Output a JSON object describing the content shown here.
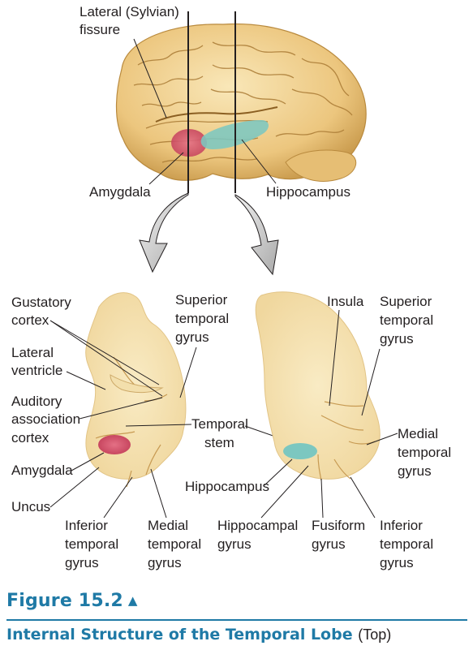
{
  "figure": {
    "number_label": "Figure 15.2",
    "marker": "▲",
    "title": "Internal Structure of the Temporal Lobe",
    "view": "(Top)"
  },
  "brain_labels": {
    "lateral_fissure_1": "Lateral (Sylvian)",
    "lateral_fissure_2": "fissure",
    "amygdala": "Amygdala",
    "hippocampus": "Hippocampus"
  },
  "left_section": {
    "gustatory_1": "Gustatory",
    "gustatory_2": "cortex",
    "lateral_ventricle_1": "Lateral",
    "lateral_ventricle_2": "ventricle",
    "auditory_1": "Auditory",
    "auditory_2": "association",
    "auditory_3": "cortex",
    "amygdala": "Amygdala",
    "uncus": "Uncus",
    "superior_temporal_1": "Superior",
    "superior_temporal_2": "temporal",
    "superior_temporal_3": "gyrus",
    "temporal_stem_1": "Temporal",
    "temporal_stem_2": "stem",
    "inferior_temporal_1": "Inferior",
    "inferior_temporal_2": "temporal",
    "inferior_temporal_3": "gyrus",
    "medial_temporal_1": "Medial",
    "medial_temporal_2": "temporal",
    "medial_temporal_3": "gyrus"
  },
  "right_section": {
    "insula": "Insula",
    "superior_temporal_1": "Superior",
    "superior_temporal_2": "temporal",
    "superior_temporal_3": "gyrus",
    "medial_temporal_1": "Medial",
    "medial_temporal_2": "temporal",
    "medial_temporal_3": "gyrus",
    "hippocampus": "Hippocampus",
    "hippocampal_gyrus_1": "Hippocampal",
    "hippocampal_gyrus_2": "gyrus",
    "fusiform_1": "Fusiform",
    "fusiform_2": "gyrus",
    "inferior_temporal_1": "Inferior",
    "inferior_temporal_2": "temporal",
    "inferior_temporal_3": "gyrus"
  },
  "colors": {
    "caption": "#1f7aa6",
    "tissue": "#f6e2ae",
    "tissue_dark": "#d9b56c",
    "amygdala": "#d9536c",
    "hippocampus": "#7cc7c0",
    "arrow": "#bdbdbd"
  }
}
